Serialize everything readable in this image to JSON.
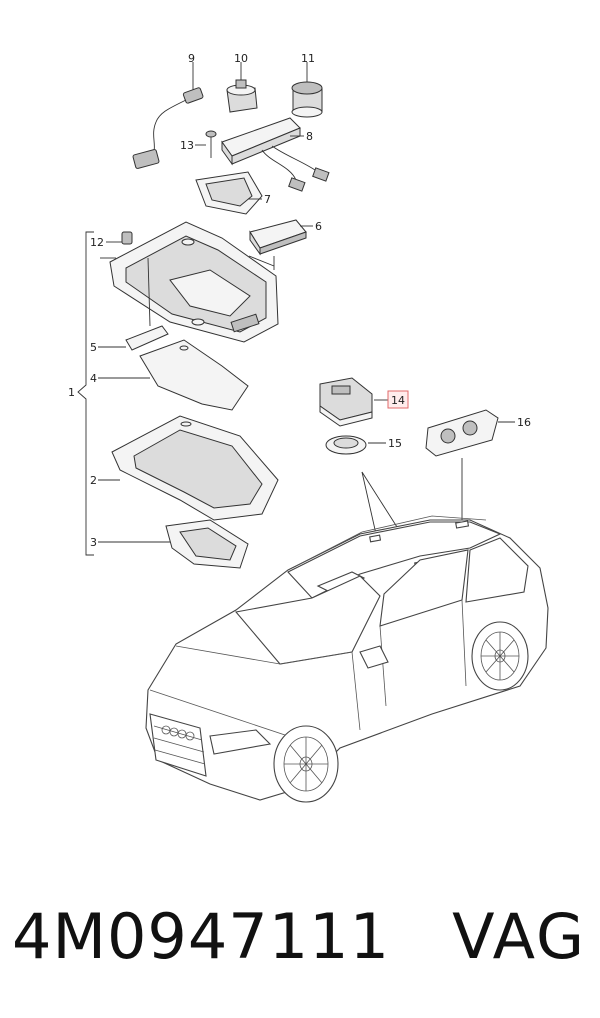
{
  "diagram": {
    "callouts": {
      "c1": "1",
      "c2": "2",
      "c3": "3",
      "c4": "4",
      "c5": "5",
      "c6": "6",
      "c7": "7",
      "c8": "8",
      "c9": "9",
      "c10": "10",
      "c11": "11",
      "c12": "12",
      "c13": "13",
      "c14": "14",
      "c15": "15",
      "c16": "16"
    },
    "highlighted_callout": "14",
    "colors": {
      "highlight_fill": "#ffecec",
      "highlight_stroke": "#e06a6a",
      "line": "#333333"
    }
  },
  "footer": {
    "part_number": "4M0947111",
    "brand": "VAG"
  }
}
